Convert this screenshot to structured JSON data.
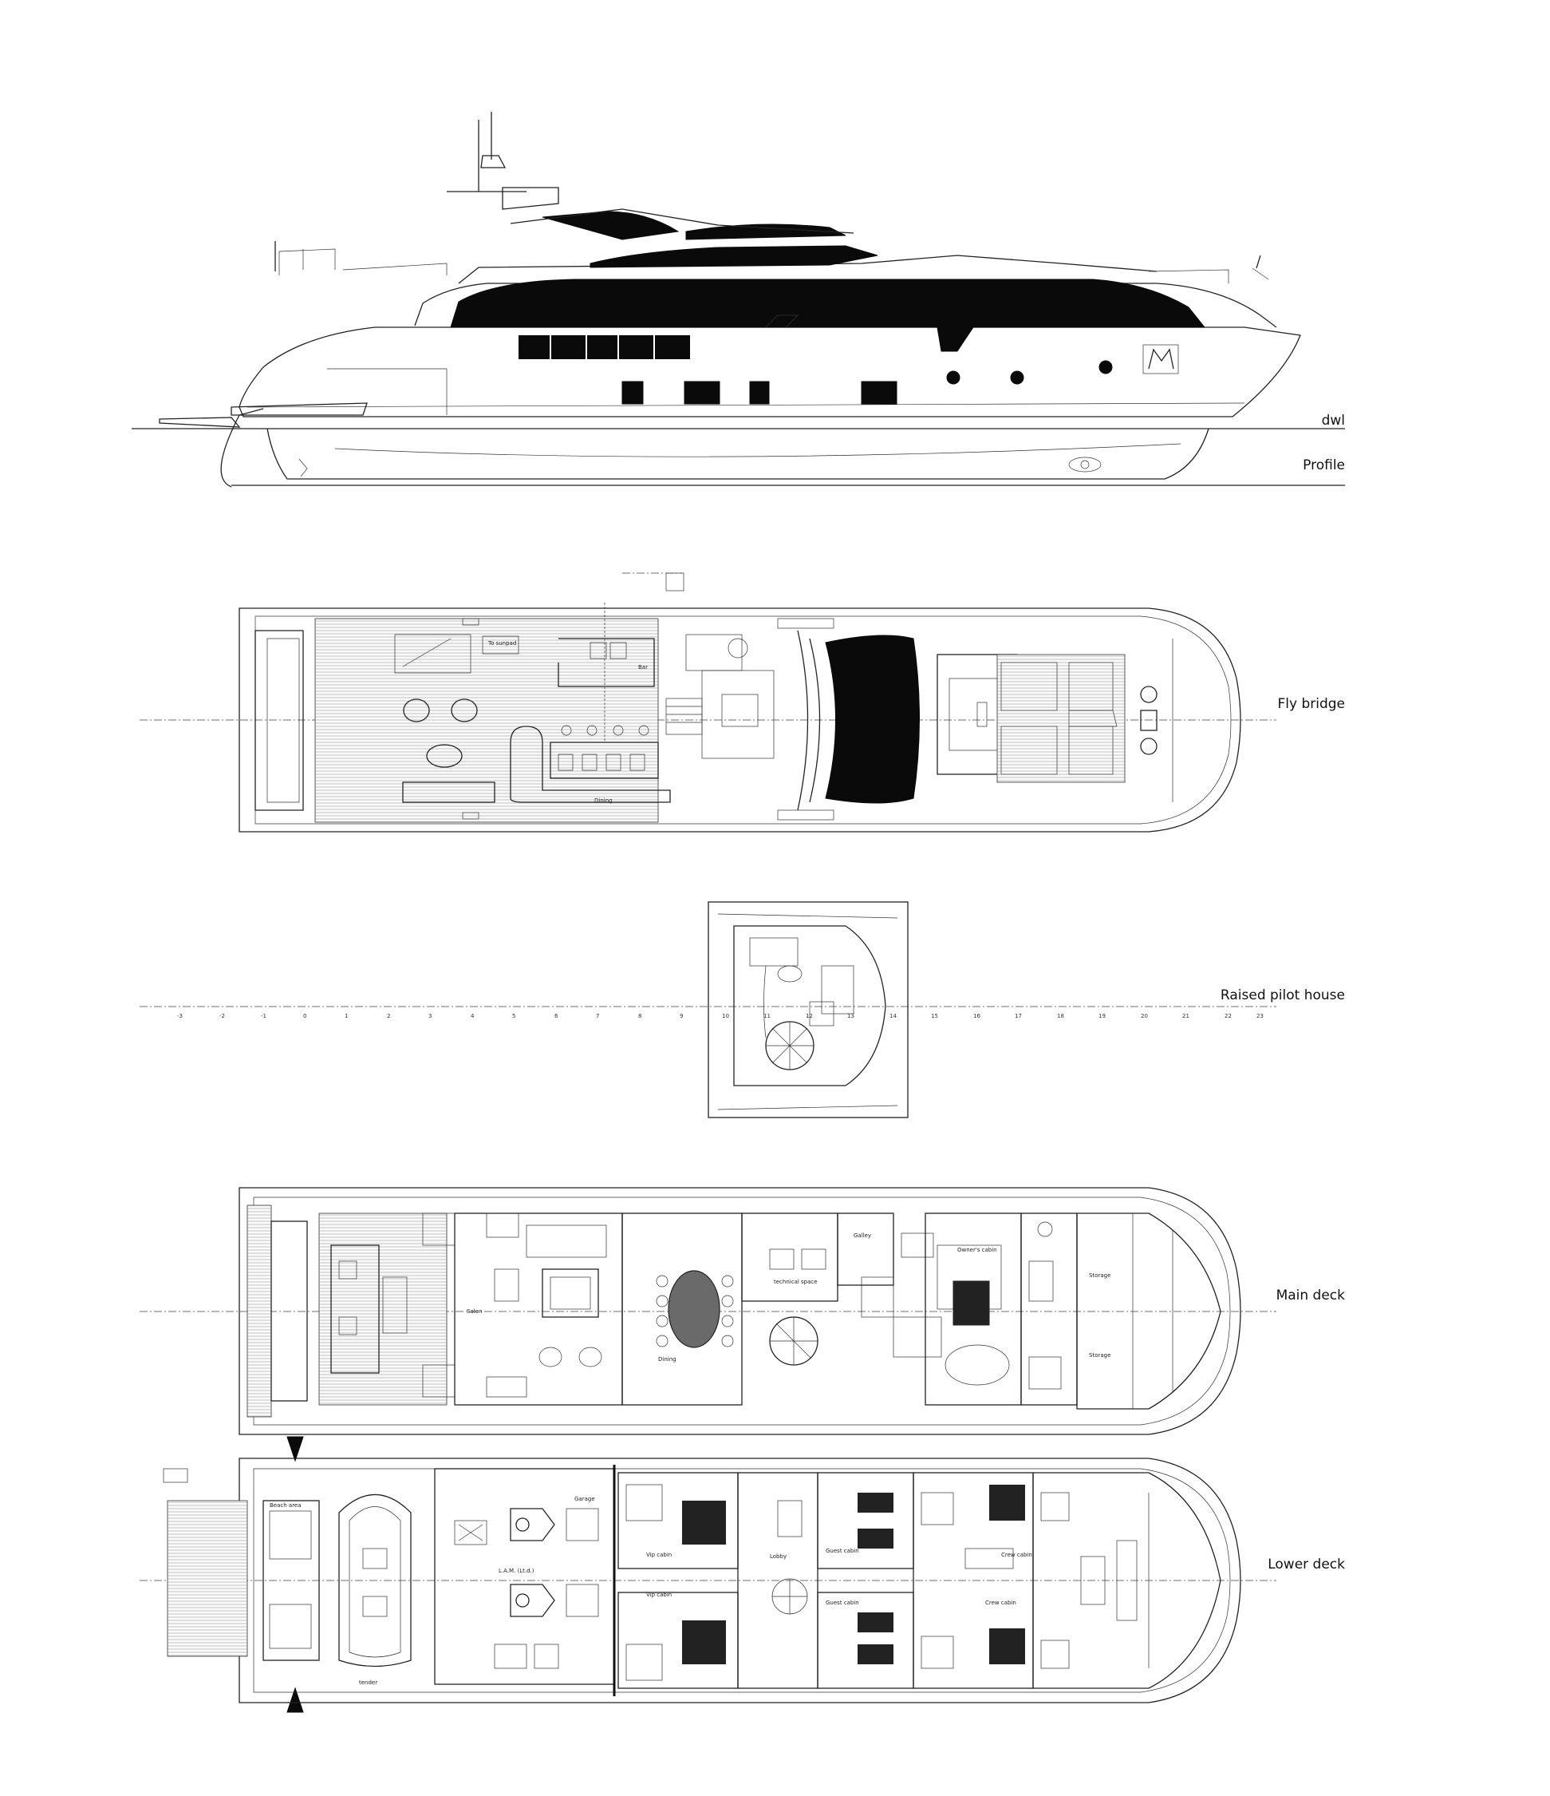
{
  "labels": {
    "dwl": "dwl",
    "profile": "Profile",
    "fly_bridge": "Fly bridge",
    "raised_pilot_house": "Raised pilot house",
    "main_deck": "Main deck",
    "lower_deck": "Lower deck"
  },
  "room_labels": {
    "dining_fly": "Dining",
    "bar": "Bar",
    "salon": "Salon",
    "dining_main": "Dining",
    "galley": "Galley",
    "owners_cabin": "Owner's cabin",
    "technical_space": "technical space",
    "storage": "Storage",
    "garage": "Garage",
    "lobby": "Lobby",
    "vip_cabin": "Vip cabin",
    "guest_cabin": "Guest cabin",
    "crew_cabin": "Crew cabin",
    "tender": "tender",
    "beach_area": "Beach area",
    "lam": "L.A.M. (Lt.d.)"
  },
  "frame_stations": [
    "-3",
    "-2",
    "-1",
    "0",
    "1",
    "2",
    "3",
    "4",
    "5",
    "6",
    "7",
    "8",
    "9",
    "10",
    "11",
    "12",
    "13",
    "14",
    "15",
    "16",
    "17",
    "18",
    "19",
    "20",
    "21",
    "22",
    "23"
  ]
}
